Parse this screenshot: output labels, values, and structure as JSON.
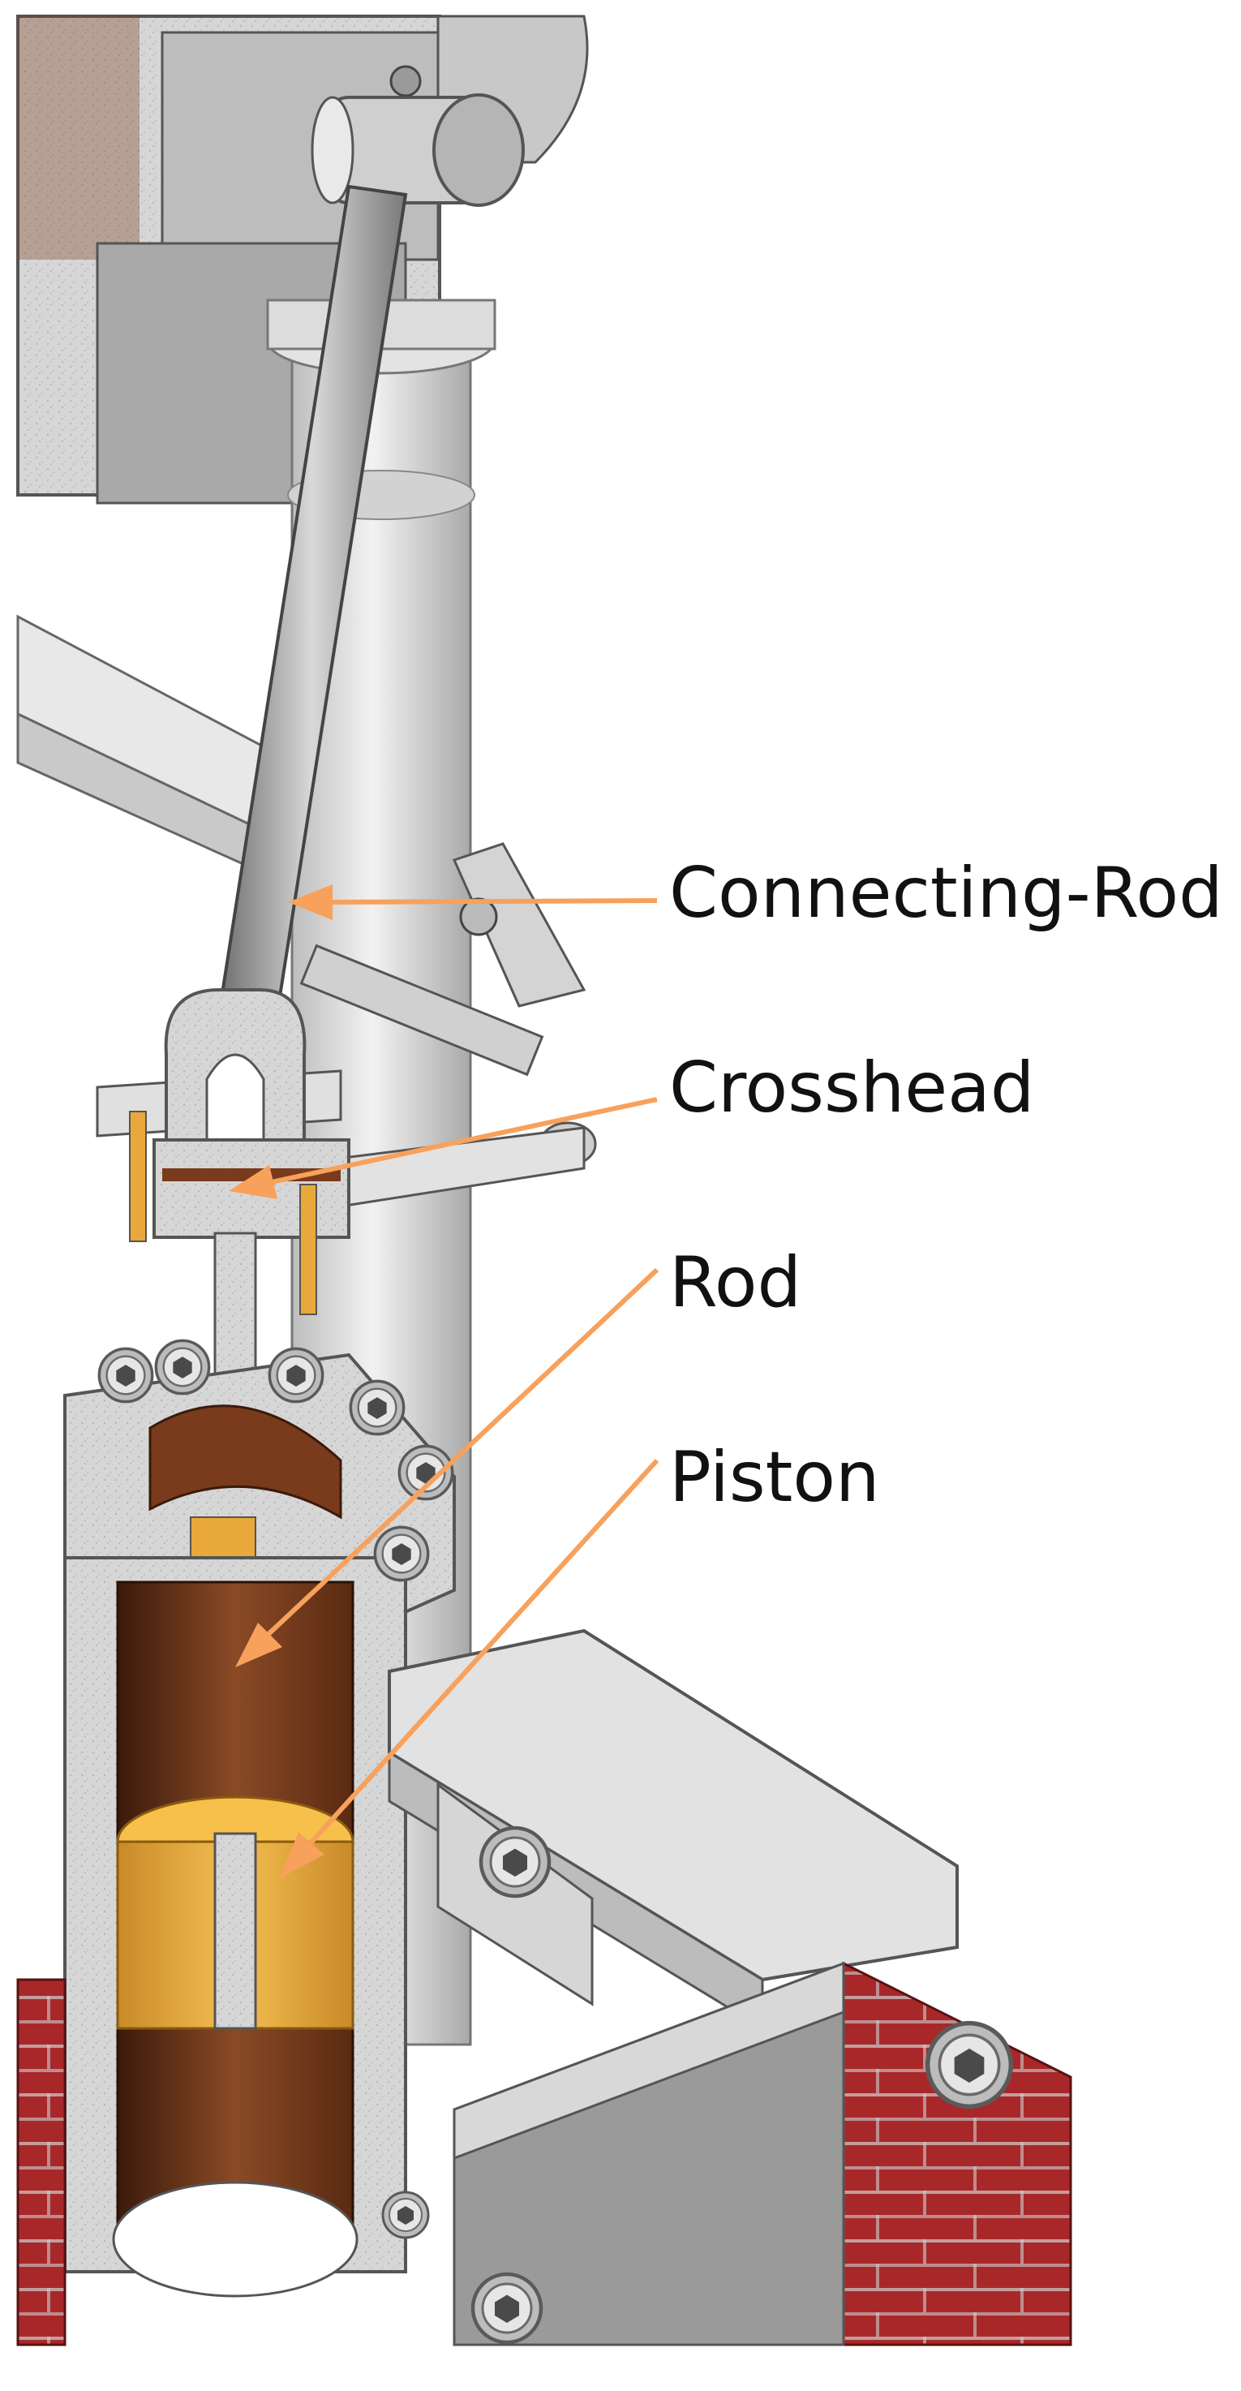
{
  "labels": {
    "connecting_rod": "Connecting-Rod",
    "crosshead": "Crosshead",
    "rod": "Rod",
    "piston": "Piston"
  },
  "colors": {
    "arrow": "#f7a15c",
    "steel_light": "#e4e4e4",
    "steel_mid": "#c8c8c8",
    "steel_dark": "#8c8c8c",
    "copper": "#7a3a1c",
    "brass": "#e8a93a",
    "brick": "#a8282a",
    "label_text": "#111111"
  },
  "icons": [
    "hex-socket-bolt-icon"
  ]
}
